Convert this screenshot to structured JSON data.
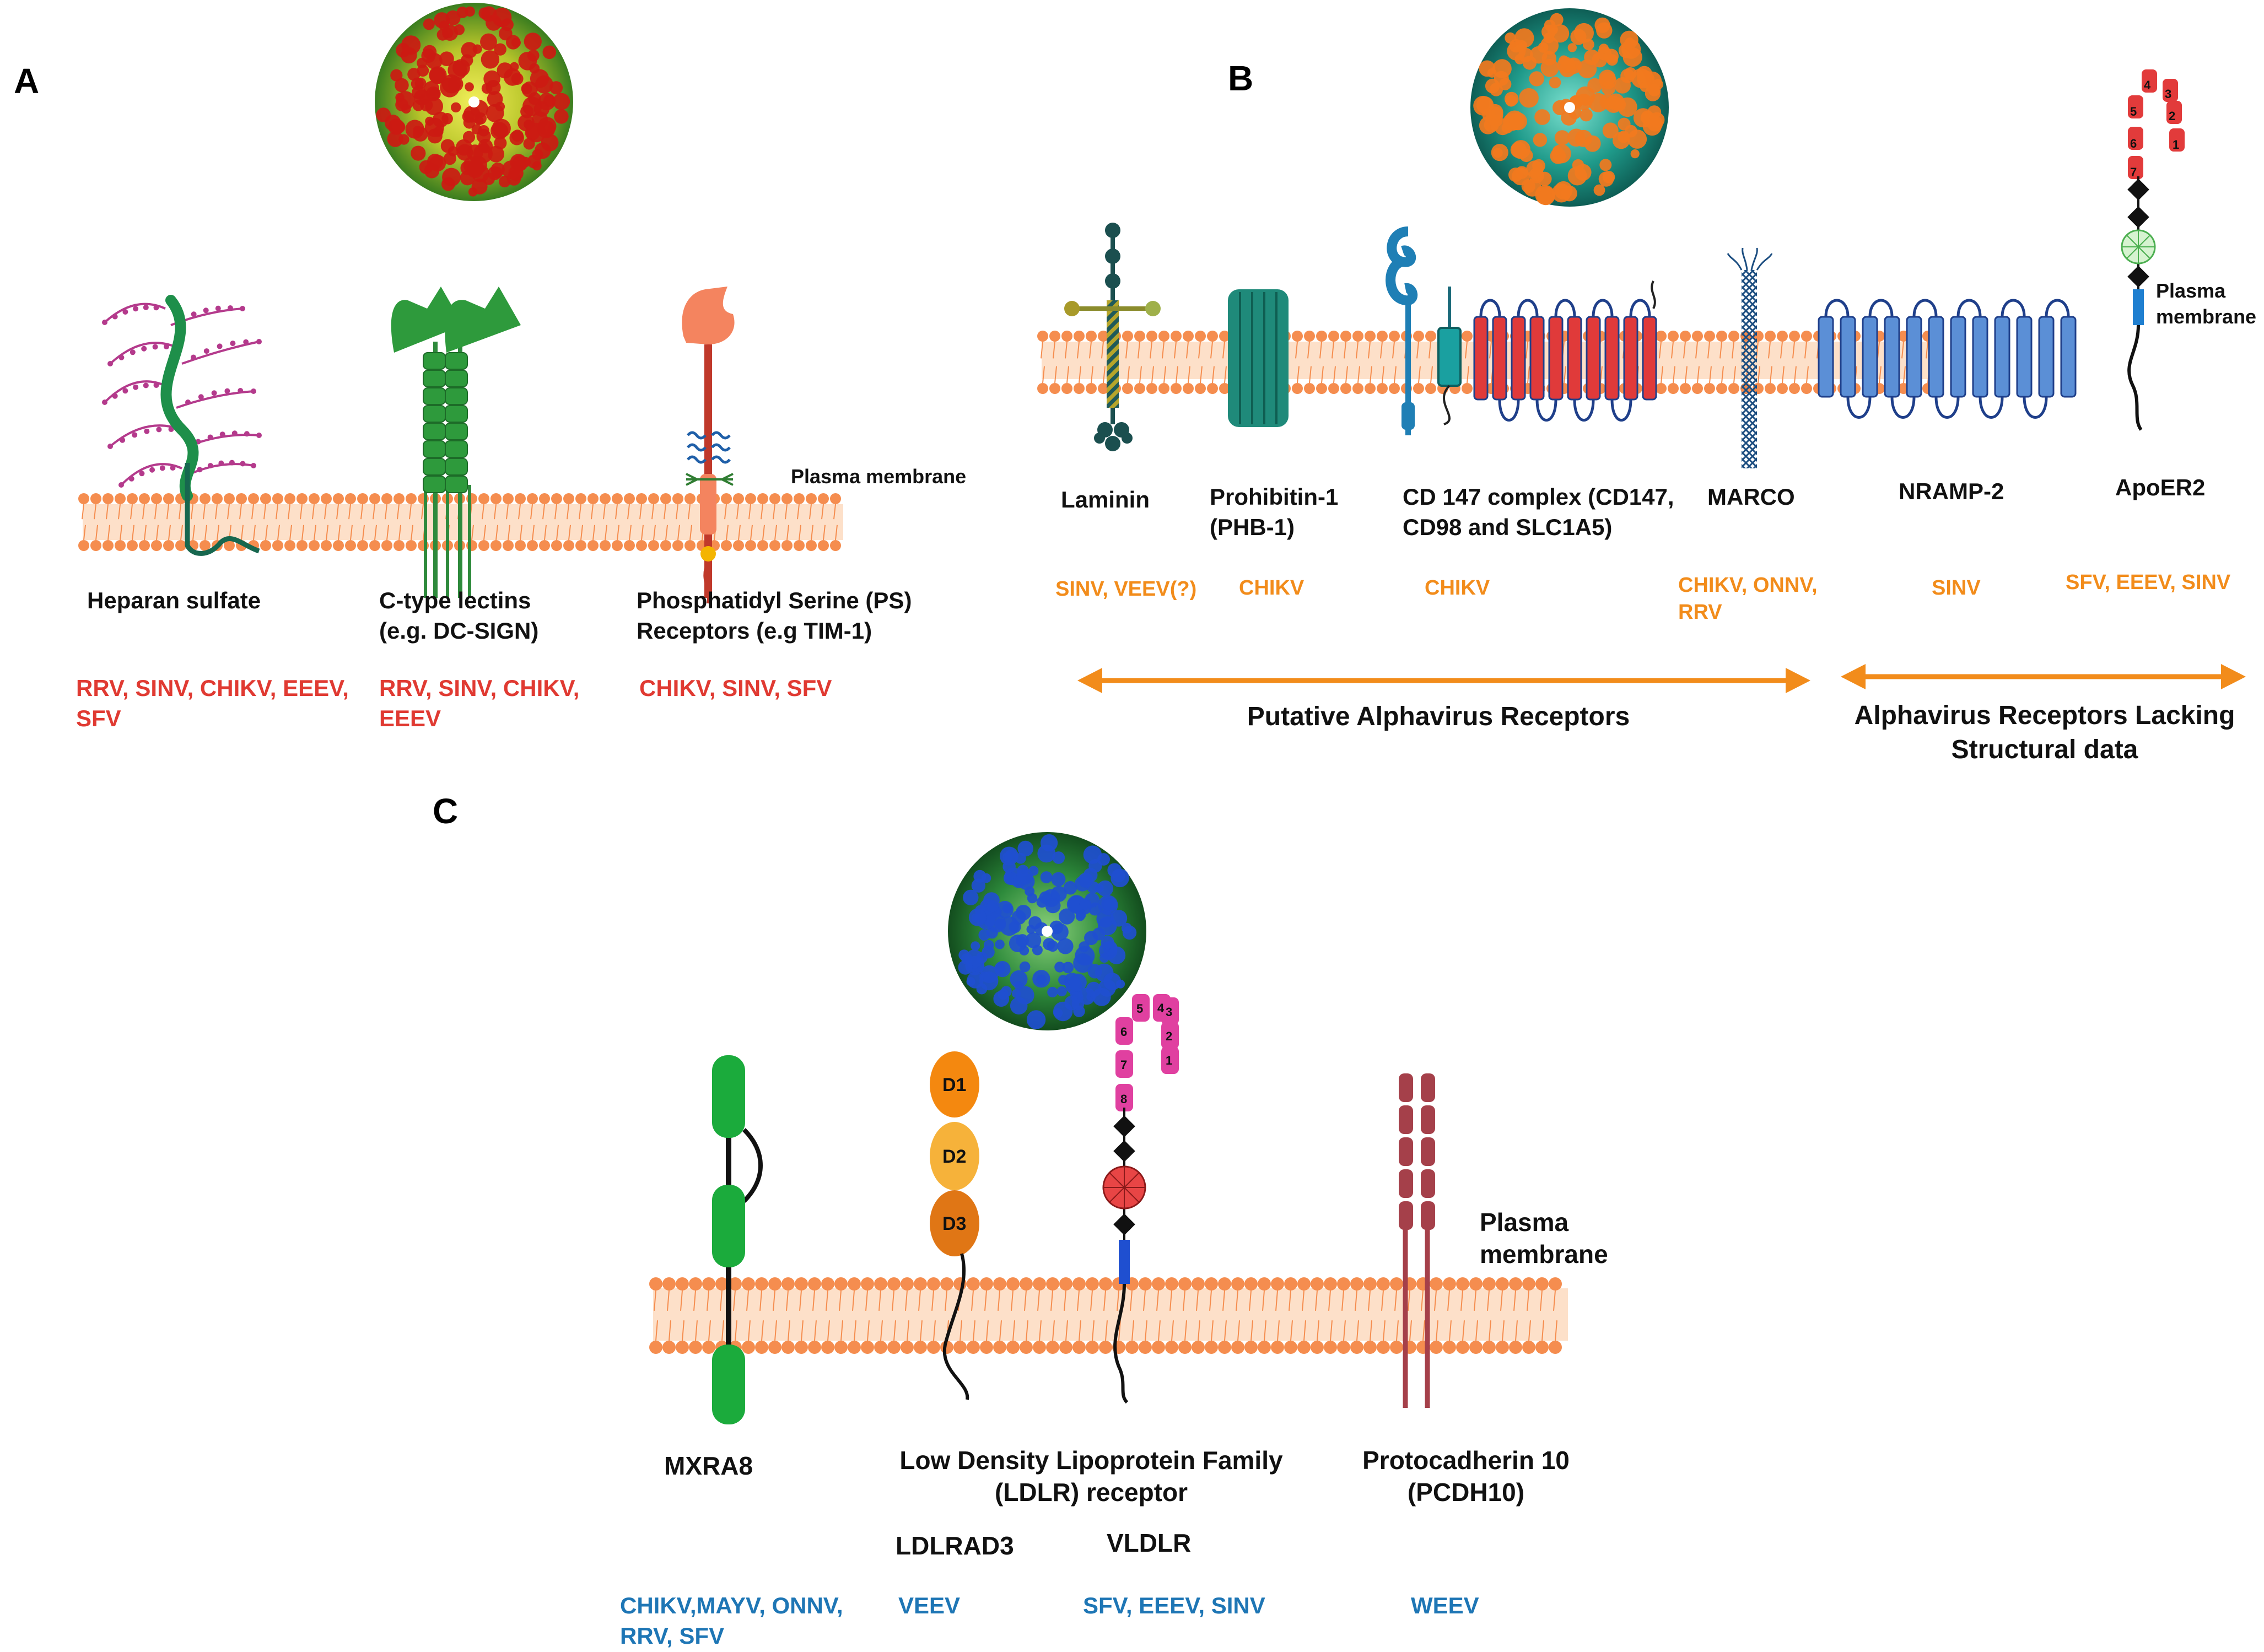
{
  "panels": {
    "a": "A",
    "b": "B",
    "c": "C"
  },
  "a": {
    "membrane": "Plasma membrane",
    "receptors": [
      {
        "name": "Heparan sulfate",
        "viruses": "RRV, SINV, CHIKV, EEEV,\nSFV"
      },
      {
        "name": "C-type lectins\n(e.g. DC-SIGN)",
        "viruses": "RRV, SINV, CHIKV,\nEEEV"
      },
      {
        "name": "Phosphatidyl Serine (PS)\nReceptors (e.g TIM-1)",
        "viruses": "CHIKV, SINV, SFV"
      }
    ]
  },
  "b": {
    "membrane": "Plasma\nmembrane",
    "receptors": [
      {
        "name": "Laminin",
        "viruses": "SINV, VEEV(?)"
      },
      {
        "name": "Prohibitin-1\n(PHB-1)",
        "viruses": "CHIKV"
      },
      {
        "name": "CD 147 complex (CD147,\nCD98 and SLC1A5)",
        "viruses": "CHIKV"
      },
      {
        "name": "MARCO",
        "viruses": "CHIKV, ONNV,\nRRV"
      },
      {
        "name": "NRAMP-2",
        "viruses": "SINV"
      },
      {
        "name": "ApoER2",
        "viruses": "SFV, EEEV, SINV"
      }
    ],
    "category_left": "Putative Alphavirus Receptors",
    "category_right": "Alphavirus Receptors Lacking\nStructural data",
    "apoer2_repeats": [
      "1",
      "2",
      "3",
      "4",
      "5",
      "6",
      "7"
    ]
  },
  "c": {
    "membrane": "Plasma\nmembrane",
    "receptors": [
      {
        "name": "MXRA8",
        "viruses": "CHIKV,MAYV, ONNV,\nRRV, SFV"
      },
      {
        "name": "Low Density Lipoprotein Family\n(LDLR) receptor"
      },
      {
        "name": "LDLRAD3",
        "viruses": "VEEV"
      },
      {
        "name": "VLDLR",
        "viruses": "SFV, EEEV, SINV"
      },
      {
        "name": "Protocadherin 10\n(PCDH10)",
        "viruses": "WEEV"
      }
    ],
    "ldlrad3_domains": [
      "D1",
      "D2",
      "D3"
    ],
    "vldlr_repeats": [
      "1",
      "2",
      "3",
      "4",
      "5",
      "6",
      "7",
      "8"
    ]
  },
  "colors": {
    "membrane": "#f58d4f",
    "virus_a": "#cc1a12",
    "virus_b": "#f27a1e",
    "virus_c": "#1f4fd0",
    "text_red": "#e03a32",
    "text_orange": "#f28c1b",
    "text_blue": "#1e76b5"
  }
}
